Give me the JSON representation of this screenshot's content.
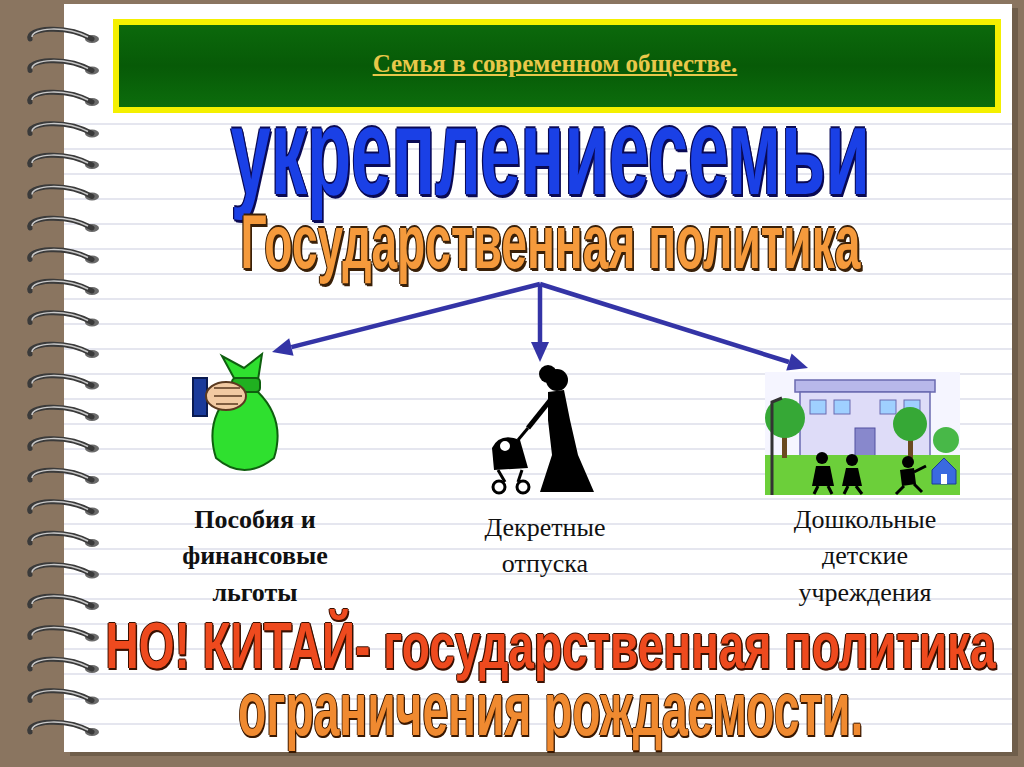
{
  "diagram": {
    "title": "Семья в современном обществе.",
    "nodes": [
      {
        "text": [
          "Государственная политика"
        ]
      },
      {
        "text": [
          "Пособия и финансовые льготы"
        ]
      },
      {
        "text": [
          "Декретные отпуска"
        ]
      },
      {
        "text": [
          "Дошкольные детские учреждения"
        ]
      }
    ],
    "edges": [
      {
        "from": 0,
        "to": 1,
        "arrow": "to"
      },
      {
        "from": 0,
        "to": 2,
        "arrow": "to"
      },
      {
        "from": 0,
        "to": 3,
        "arrow": "to"
      }
    ],
    "labels": [
      "укреплениесемьи",
      "НО! КИТАЙ- государственная политика",
      "ограничения рождаемости."
    ]
  }
}
